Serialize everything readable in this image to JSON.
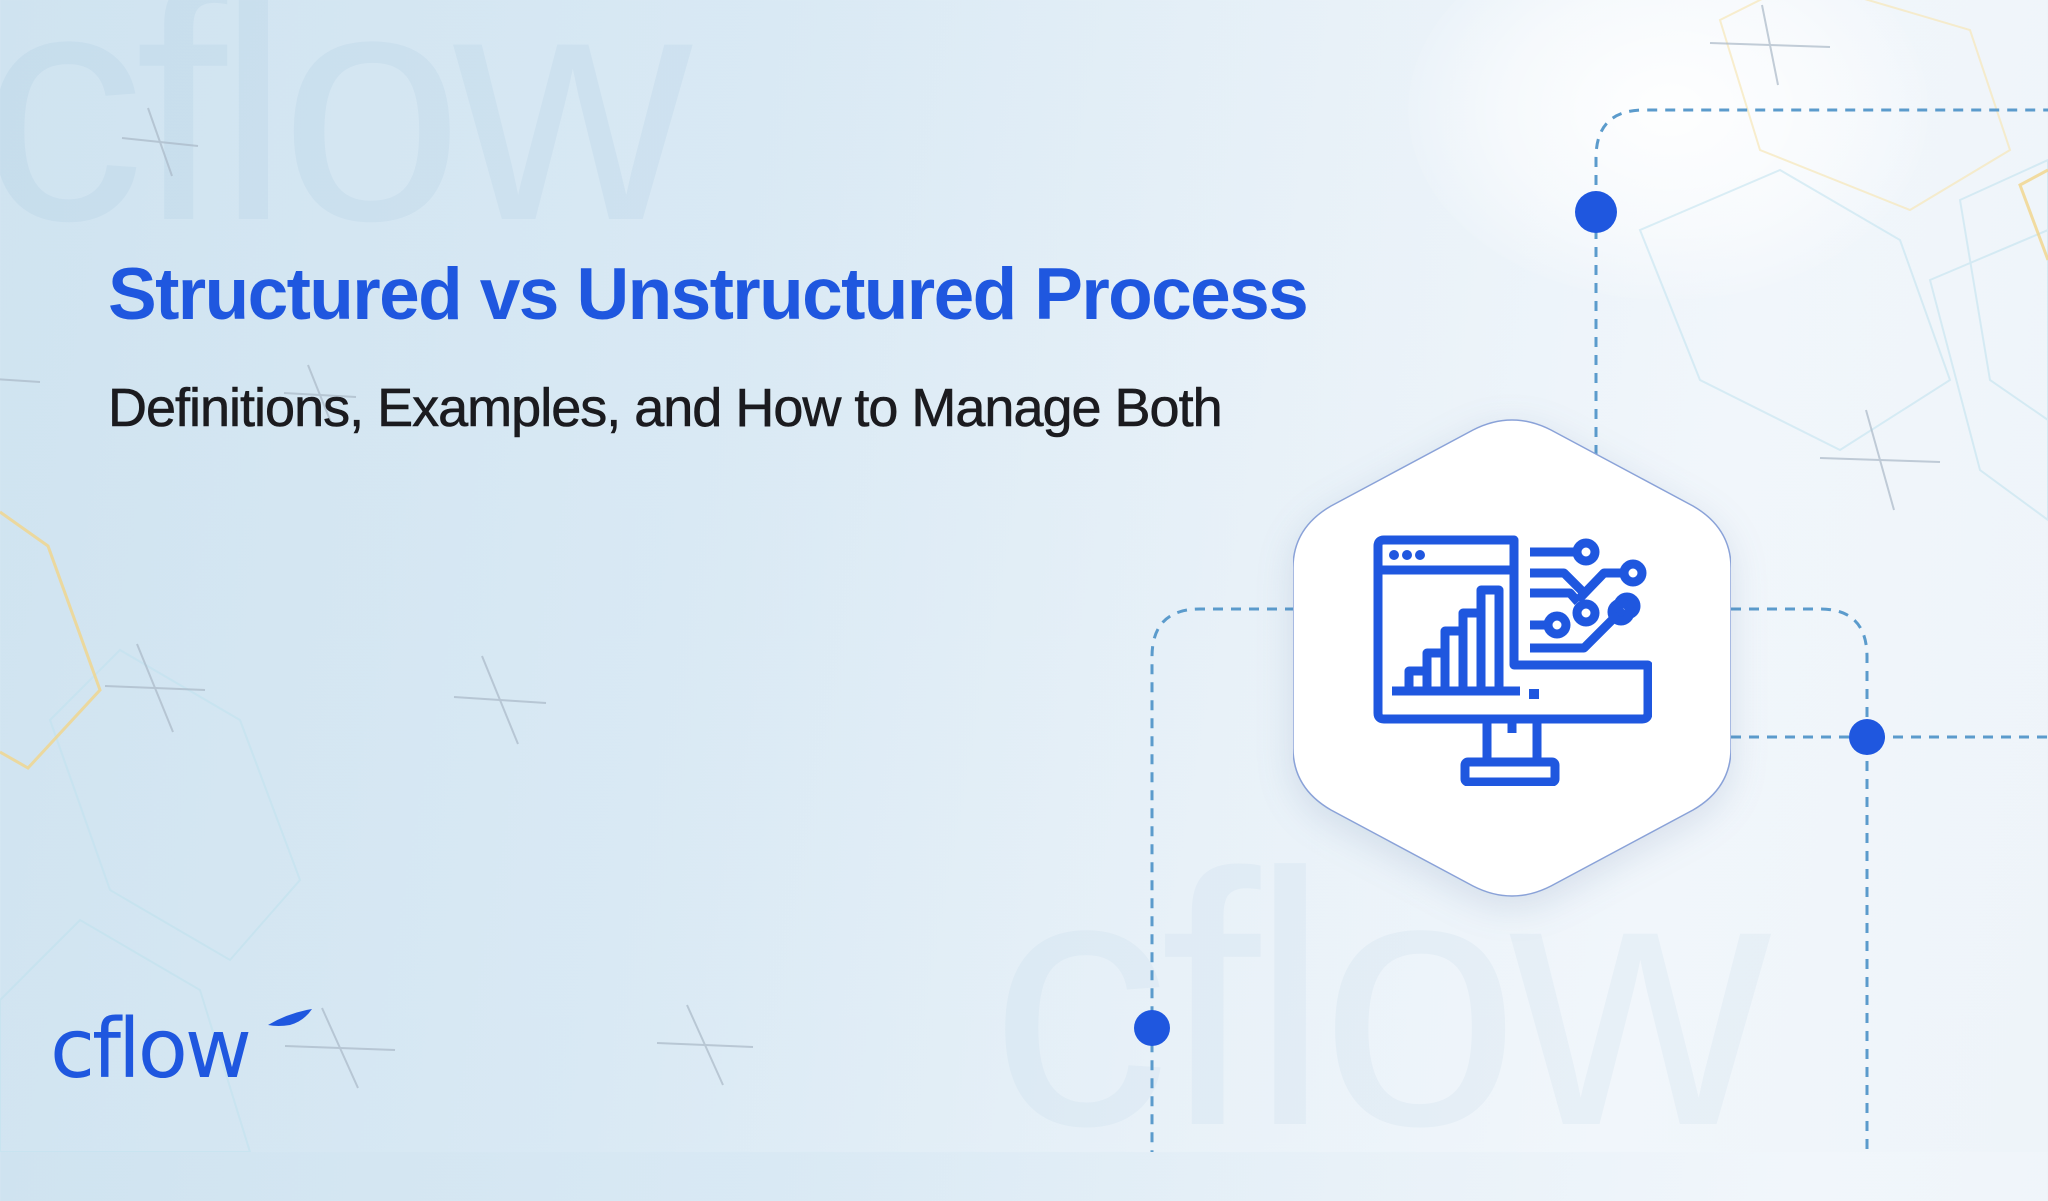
{
  "banner": {
    "title": "Structured vs Unstructured Process",
    "subtitle": "Definitions, Examples, and How to Manage Both"
  },
  "brand": {
    "logo_text": "cflow",
    "watermark_text": "cflow"
  },
  "illustration": {
    "icon": "monitor-analytics-circuit-icon",
    "container": "hexagon"
  },
  "colors": {
    "accent": "#1f57df",
    "title": "#1f57df",
    "subtitle": "#1b1b1f",
    "connector_dash": "#5b9bcc",
    "node_dot": "#1f57df",
    "background_left": "#cfe3f0",
    "background_right": "#f1f6fb"
  }
}
